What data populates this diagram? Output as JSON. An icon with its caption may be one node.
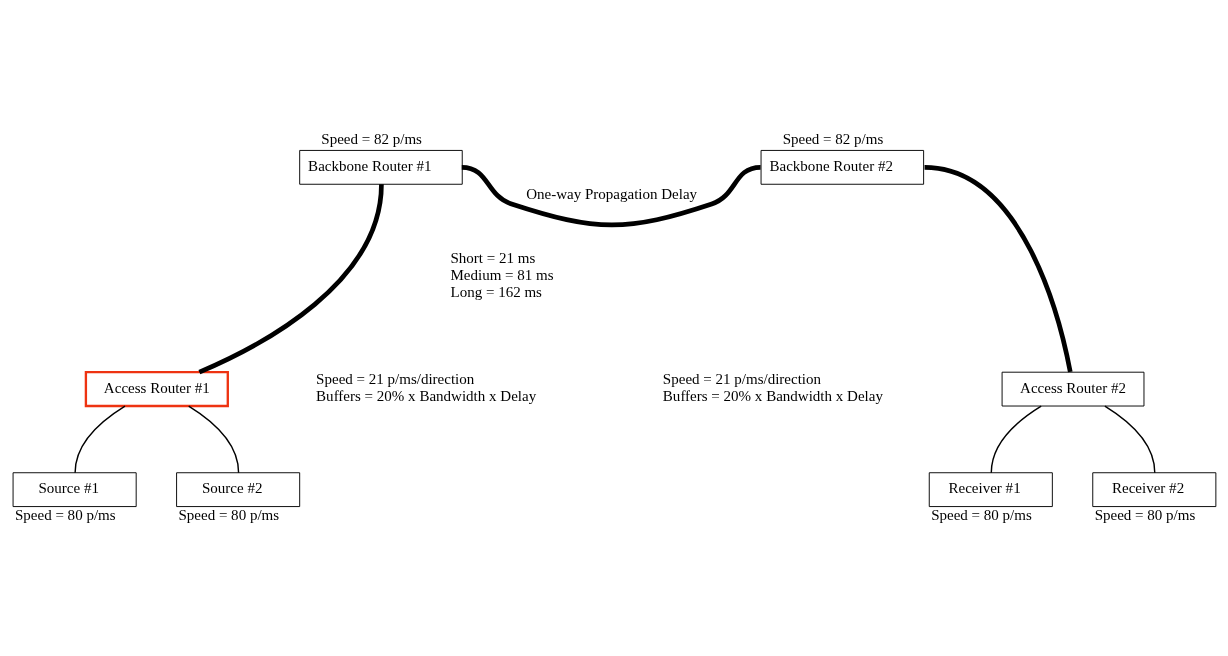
{
  "diagram": {
    "nodes": [
      {
        "text": [
          "Backbone Router #1"
        ],
        "beside": [
          "Speed = 82 p/ms"
        ]
      },
      {
        "text": [
          "Backbone Router #2"
        ],
        "beside": [
          "Speed = 82 p/ms"
        ]
      },
      {
        "text": [
          "Access Router #1"
        ]
      },
      {
        "text": [
          "Access Router #2"
        ]
      },
      {
        "text": [
          "Source #1"
        ],
        "beside": [
          "Speed = 80 p/ms"
        ]
      },
      {
        "text": [
          "Source #2"
        ],
        "beside": [
          "Speed = 80 p/ms"
        ]
      },
      {
        "text": [
          "Receiver #1"
        ],
        "beside": [
          "Speed = 80 p/ms"
        ]
      },
      {
        "text": [
          "Receiver #2"
        ],
        "beside": [
          "Speed = 80 p/ms"
        ]
      }
    ],
    "edges": [
      {
        "from": 0,
        "to": 1,
        "arrow": "none",
        "style": "thick",
        "label": "One-way Propagation Delay"
      },
      {
        "from": 0,
        "to": 2,
        "arrow": "none",
        "style": "thick"
      },
      {
        "from": 1,
        "to": 3,
        "arrow": "none",
        "style": "thick"
      },
      {
        "from": 2,
        "to": 4,
        "arrow": "none"
      },
      {
        "from": 2,
        "to": 5,
        "arrow": "none"
      },
      {
        "from": 3,
        "to": 6,
        "arrow": "none"
      },
      {
        "from": 3,
        "to": 7,
        "arrow": "none"
      }
    ],
    "labels": [
      "Short = 21 ms",
      "Medium = 81 ms",
      "Long = 162 ms",
      "Speed = 21 p/ms/direction",
      "Buffers = 20% x Bandwidth x Delay",
      "Speed = 21 p/ms/direction",
      "Buffers = 20% x Bandwidth x Delay"
    ]
  }
}
